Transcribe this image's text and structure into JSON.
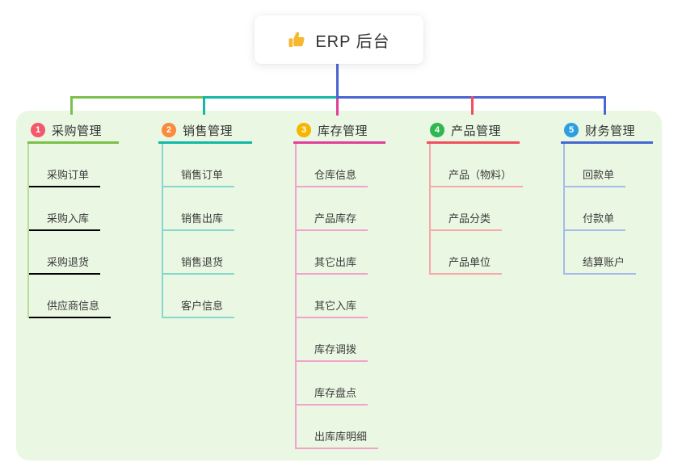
{
  "root": {
    "label": "ERP 后台",
    "icon": "thumbs-up-icon",
    "icon_color": "#f5b82e"
  },
  "connector_colors": {
    "root_line": "#4b64d2",
    "bus_left": "#7cbf4a",
    "bus_middle": "#14b8a6",
    "bus_right": "#4b64d2",
    "drop_branch_1": "#7cbf4a",
    "drop_branch_2": "#14b8a6",
    "drop_branch_3": "#e23e96",
    "drop_branch_4": "#f0505c",
    "drop_branch_5": "#4b64d2"
  },
  "group_background": "#eaf7e3",
  "branches": [
    {
      "index": "1",
      "label": "采购管理",
      "badge_color": "#f2596b",
      "line_color": "#7cbf4a",
      "child_line_color": "#b9dd95",
      "children": [
        "采购订单",
        "采购入库",
        "采购退货",
        "供应商信息"
      ]
    },
    {
      "index": "2",
      "label": "销售管理",
      "badge_color": "#fb8a3c",
      "line_color": "#14b8a6",
      "child_line_color": "#86d8cd",
      "children": [
        "销售订单",
        "销售出库",
        "销售退货",
        "客户信息"
      ]
    },
    {
      "index": "3",
      "label": "库存管理",
      "badge_color": "#f7b500",
      "line_color": "#e0409a",
      "child_line_color": "#f3a2cb",
      "children": [
        "仓库信息",
        "产品库存",
        "其它出库",
        "其它入库",
        "库存调拨",
        "库存盘点",
        "出库库明细"
      ]
    },
    {
      "index": "4",
      "label": "产品管理",
      "badge_color": "#2eb84f",
      "line_color": "#f0505c",
      "child_line_color": "#f8a8ab",
      "children": [
        "产品（物料）",
        "产品分类",
        "产品单位"
      ]
    },
    {
      "index": "5",
      "label": "财务管理",
      "badge_color": "#2d9fe0",
      "line_color": "#4468d0",
      "child_line_color": "#a6bbea",
      "children": [
        "回款单",
        "付款单",
        "结算账户"
      ]
    }
  ]
}
